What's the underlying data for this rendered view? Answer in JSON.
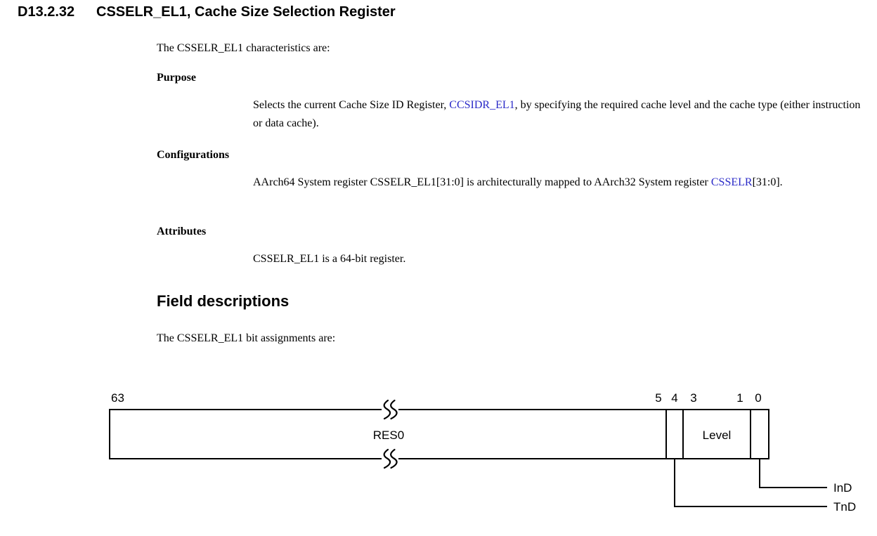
{
  "heading": {
    "number": "D13.2.32",
    "title": "CSSELR_EL1, Cache Size Selection Register"
  },
  "intro": "The CSSELR_EL1 characteristics are:",
  "purpose": {
    "label": "Purpose",
    "before_link": "Selects the current Cache Size ID Register, ",
    "link": "CCSIDR_EL1",
    "after_link": ", by specifying the required cache level and the cache type (either instruction or data cache)."
  },
  "configurations": {
    "label": "Configurations",
    "before_link": "AArch64 System register CSSELR_EL1[31:0] is architecturally mapped to AArch32 System register ",
    "link": "CSSELR",
    "after_link": "[31:0]."
  },
  "attributes": {
    "label": "Attributes",
    "text": "CSSELR_EL1 is a 64-bit register."
  },
  "field_descriptions": {
    "heading": "Field descriptions",
    "intro": "The CSSELR_EL1 bit assignments are:"
  },
  "diagram": {
    "bit63": "63",
    "bit5": "5",
    "bit4": "4",
    "bit3": "3",
    "bit1": "1",
    "bit0": "0",
    "res0": "RES0",
    "level": "Level",
    "ind": "InD",
    "tnd": "TnD"
  },
  "colors": {
    "link_blue": "#2b2bc8",
    "text": "#000000"
  }
}
